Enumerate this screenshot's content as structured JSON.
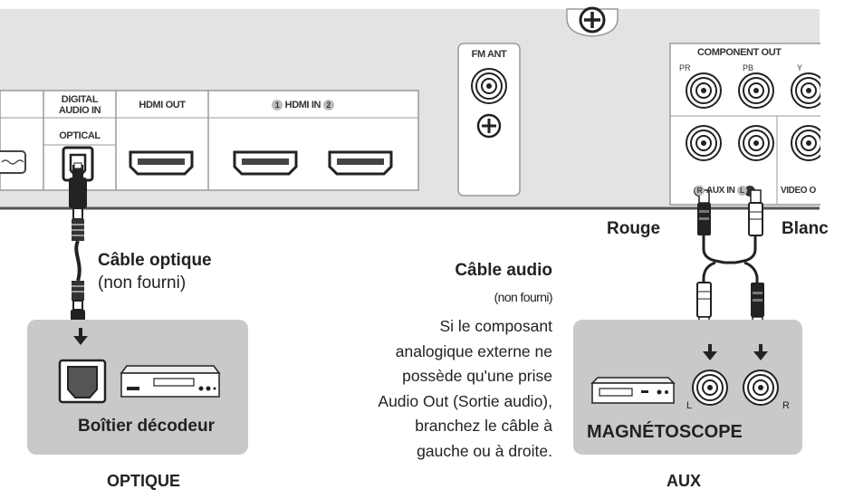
{
  "panel": {
    "digital_audio_in": "DIGITAL\nAUDIO IN",
    "optical_port": "OPTICAL",
    "hdmi_out": "HDMI OUT",
    "hdmi_in_1": "1",
    "hdmi_in_label": "HDMI IN",
    "hdmi_in_2": "2",
    "fm_ant": "FM ANT",
    "component_out": "COMPONENT OUT",
    "pr": "PR",
    "pb": "PB",
    "y": "Y",
    "aux_r": "R",
    "aux_label": "AUX IN",
    "aux_l": "L",
    "video_out": "VIDEO O"
  },
  "optical": {
    "cable_title": "Câble optique",
    "cable_note": "(non fourni)",
    "device_label": "Boîtier décodeur",
    "section_label": "OPTIQUE"
  },
  "audio": {
    "cable_title": "Câble audio",
    "cable_note": "(non fourni)",
    "note_lines": [
      "Si le composant",
      "analogique externe ne",
      "possède qu'une prise",
      "Audio Out (Sortie audio),",
      "branchez le câble à",
      "gauche ou à droite."
    ],
    "red_label": "Rouge",
    "white_label": "Blanc",
    "jack_l": "L",
    "jack_r": "R",
    "device_label": "MAGNÉTOSCOPE",
    "section_label": "AUX"
  },
  "colors": {
    "panel_fill": "#e3e3e3",
    "panel_stroke": "#9a9a9a",
    "box_fill": "#c9c9c9",
    "dark": "#1e1e1e"
  }
}
